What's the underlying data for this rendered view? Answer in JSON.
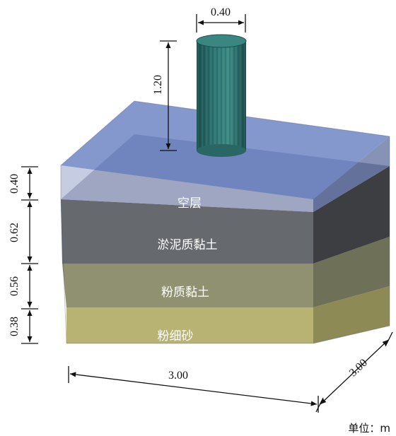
{
  "dimensions": {
    "pile_diameter": "0.40",
    "pile_length": "1.20",
    "layer_air": "0.40",
    "layer_silt_clay": "0.62",
    "layer_silty_clay": "0.56",
    "layer_fine_sand": "0.38",
    "width": "3.00",
    "depth": "3.00"
  },
  "layers": {
    "air": "空层",
    "silt_clay": "淤泥质黏土",
    "silty_clay": "粉质黏土",
    "fine_sand": "粉细砂"
  },
  "unit": "单位：m",
  "colors": {
    "air_front": "#8f9bbd",
    "air_top": "#7f93c6",
    "silt_front": "#6b6e72",
    "silty_front": "#8f9170",
    "sand_front": "#b9b476",
    "pile": "#2e6f6c"
  }
}
